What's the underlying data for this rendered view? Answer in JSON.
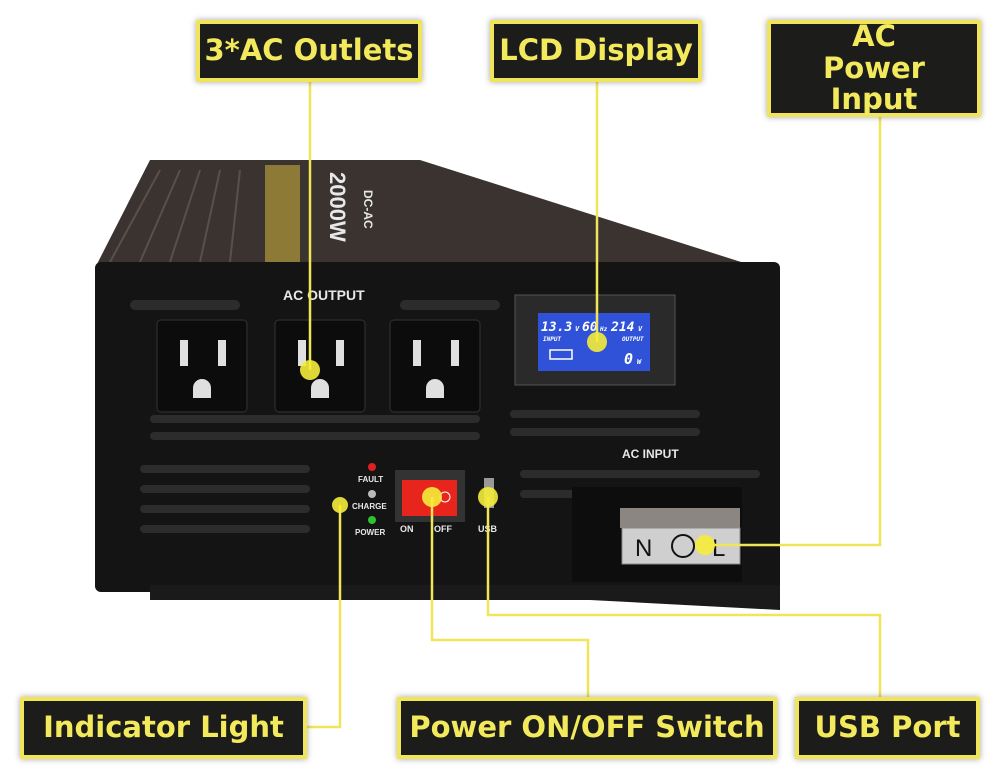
{
  "callouts": {
    "ac_outlets": "3*AC Outlets",
    "lcd_display": "LCD Display",
    "ac_power_input": "AC Power Input",
    "indicator_light": "Indicator Light",
    "power_switch": "Power ON/OFF Switch",
    "usb_port": "USB Port"
  },
  "device": {
    "top_label": "2000W",
    "top_sublabel": "DC-AC",
    "ac_output_label": "AC OUTPUT",
    "ac_input_label": "AC INPUT",
    "indicators": [
      "FAULT",
      "CHARGE",
      "POWER"
    ],
    "switch_on": "ON",
    "switch_off": "OFF",
    "usb_label": "USB",
    "terminal_labels": [
      "N",
      "L"
    ],
    "lcd": {
      "input_voltage": "13.3",
      "input_unit": "V",
      "input_label": "INPUT",
      "frequency": "60",
      "frequency_unit": "Hz",
      "output_voltage": "214",
      "output_unit": "V",
      "output_label": "OUTPUT",
      "output_power": "0",
      "power_unit": "W"
    }
  },
  "colors": {
    "accent": "#efe45a",
    "lcd": "#2f52d8",
    "switch": "#e8251c"
  }
}
